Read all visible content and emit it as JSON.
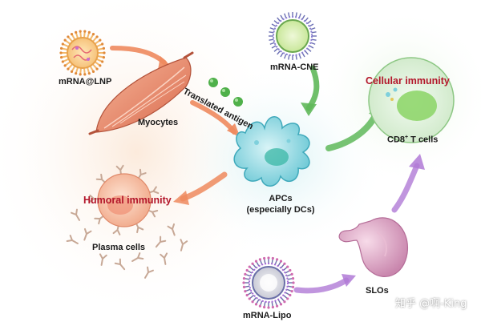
{
  "labels": {
    "mrna_lnp": "mRNA@LNP",
    "myocytes": "Myocytes",
    "translated_antigen": "Translated antigen",
    "mrna_cne": "mRNA-CNE",
    "cellular_immunity": "Cellular immunity",
    "cd8_prefix": "CD8",
    "cd8_sup": "+",
    "cd8_suffix": " T cells",
    "apcs_line1": "APCs",
    "apcs_line2": "(especially DCs)",
    "humoral_immunity": "Humoral immunity",
    "plasma_cells": "Plasma cells",
    "slos": "SLOs",
    "mrna_lipo": "mRNA-Lipo"
  },
  "watermark": "知乎 @啊-King",
  "colors": {
    "accent_red": "#b3162a",
    "arrow_orange": "#ee8a5e",
    "arrow_green": "#5fb85a",
    "arrow_purple": "#b07ad6",
    "apc_cyan": "#8fd6e0"
  }
}
